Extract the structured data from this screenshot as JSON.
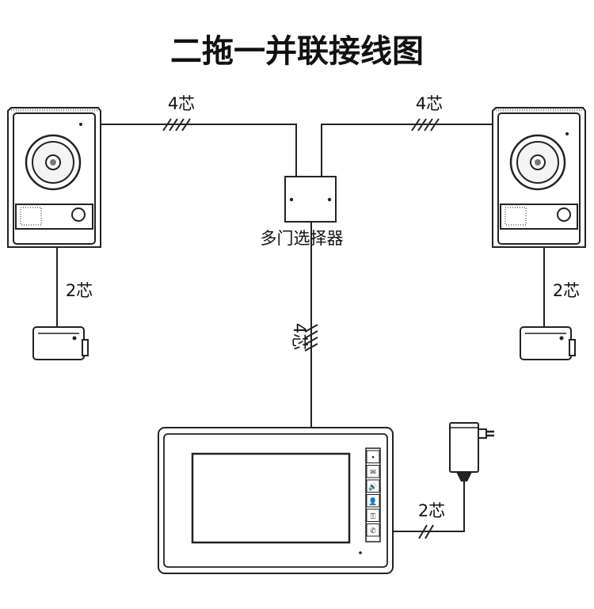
{
  "title": "二拖一并联接线图",
  "labels": {
    "wire_left_top": "4芯",
    "wire_right_top": "4芯",
    "wire_center": "4芯",
    "wire_lock_left": "2芯",
    "wire_lock_right": "2芯",
    "wire_power": "2芯",
    "selector": "多门选择器"
  },
  "monitor_buttons": [
    "•",
    "✉",
    "🔊",
    "👤",
    "⚿",
    "✆"
  ],
  "colors": {
    "line": "#222222",
    "fill": "#ffffff",
    "panel": "#f4f4f4"
  }
}
